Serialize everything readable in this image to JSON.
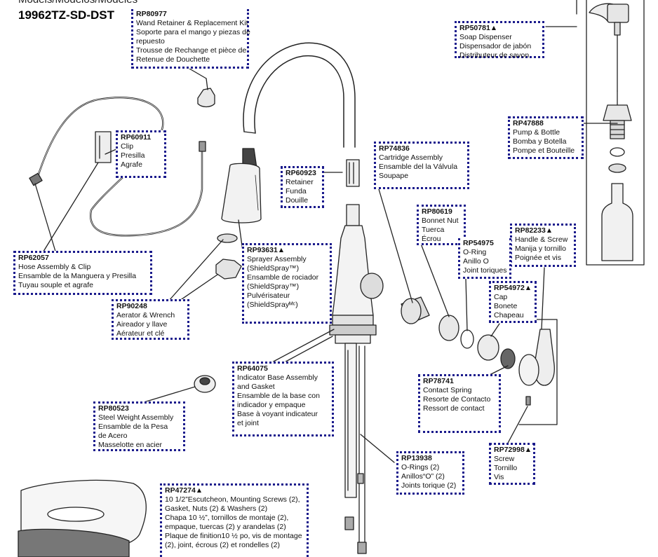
{
  "header": {
    "models_label": "Models/Modelos/Modèles",
    "model_number": "19962TZ-SD-DST"
  },
  "parts": {
    "rp80977": {
      "code": "RP80977",
      "lines": [
        "Wand Retainer & Replacement Kit",
        "Soporte para el mango y piezas de",
        "repuesto",
        "Trousse de Rechange et pièce de",
        "Retenue de Douchette"
      ]
    },
    "rp50781": {
      "code": "RP50781▲",
      "lines": [
        "Soap Dispenser",
        "Dispensador de jabón",
        "Distributeur de savon"
      ]
    },
    "rp60911": {
      "code": "RP60911",
      "lines": [
        "Clip",
        "Presilla",
        "Agrafe"
      ]
    },
    "rp60923": {
      "code": "RP60923",
      "lines": [
        "Retainer",
        "Funda",
        "Douille"
      ]
    },
    "rp74836": {
      "code": "RP74836",
      "lines": [
        "Cartridge Assembly",
        "Ensamble del la Válvula",
        "Soupape"
      ]
    },
    "rp47888": {
      "code": "RP47888",
      "lines": [
        "Pump & Bottle",
        "Bomba y Botella",
        "Pompe et Bouteille"
      ]
    },
    "rp80619": {
      "code": "RP80619",
      "lines": [
        "Bonnet Nut",
        "Tuerca",
        "Écrou"
      ]
    },
    "rp82233": {
      "code": "RP82233▲",
      "lines": [
        "Handle & Screw",
        "Manija y tornillo",
        "Poignée et vis"
      ]
    },
    "rp54975": {
      "code": "RP54975",
      "lines": [
        "O-Ring",
        "Anillo O",
        "Joint toriques"
      ]
    },
    "rp62057": {
      "code": "RP62057",
      "lines": [
        "Hose Assembly & Clip",
        "Ensamble de la Manguera y Presilla",
        "Tuyau souple et agrafe"
      ]
    },
    "rp93631": {
      "code": "RP93631▲",
      "lines": [
        "Sprayer Assembly",
        "(ShieldSpray™)",
        "Ensamble de rociador",
        "(ShieldSpray™)",
        "Pulvérisateur",
        "(ShieldSprayᴹᶜ)"
      ]
    },
    "rp54972": {
      "code": "RP54972▲",
      "lines": [
        "Cap",
        "Bonete",
        "Chapeau"
      ]
    },
    "rp90248": {
      "code": "RP90248",
      "lines": [
        "Aerator & Wrench",
        "Aireador y llave",
        "Aérateur et clé"
      ]
    },
    "rp64075": {
      "code": "RP64075",
      "lines": [
        "Indicator Base Assembly",
        "and Gasket",
        "Ensamble de la base con",
        "indicador y empaque",
        "Base à voyant indicateur",
        "et joint"
      ]
    },
    "rp78741": {
      "code": "RP78741",
      "lines": [
        "Contact Spring",
        "Resorte de Contacto",
        "Ressort de contact"
      ]
    },
    "rp80523": {
      "code": "RP80523",
      "lines": [
        "Steel Weight Assembly",
        "Ensamble de la Pesa",
        "de Acero",
        "Masselotte en acier"
      ]
    },
    "rp13938": {
      "code": "RP13938",
      "lines": [
        "O-Rings (2)",
        "Anillos“O” (2)",
        "Joints torique (2)"
      ]
    },
    "rp72998": {
      "code": "RP72998▲",
      "lines": [
        "Screw",
        "Tornillo",
        "Vis"
      ]
    },
    "rp47274": {
      "code": "RP47274▲",
      "lines": [
        "10 1/2”Escutcheon, Mounting Screws (2), Gasket, Nuts (2) & Washers (2)",
        "Chapa 10 ½”, tornillos de montaje (2), empaque, tuercas (2) y arandelas (2)",
        "Plaque de finition10 ½ po, vis de montage (2), joint, écrous (2) et rondelles (2)"
      ]
    }
  },
  "colors": {
    "box_border": "#1a1a8c",
    "line_art": "#222222"
  }
}
